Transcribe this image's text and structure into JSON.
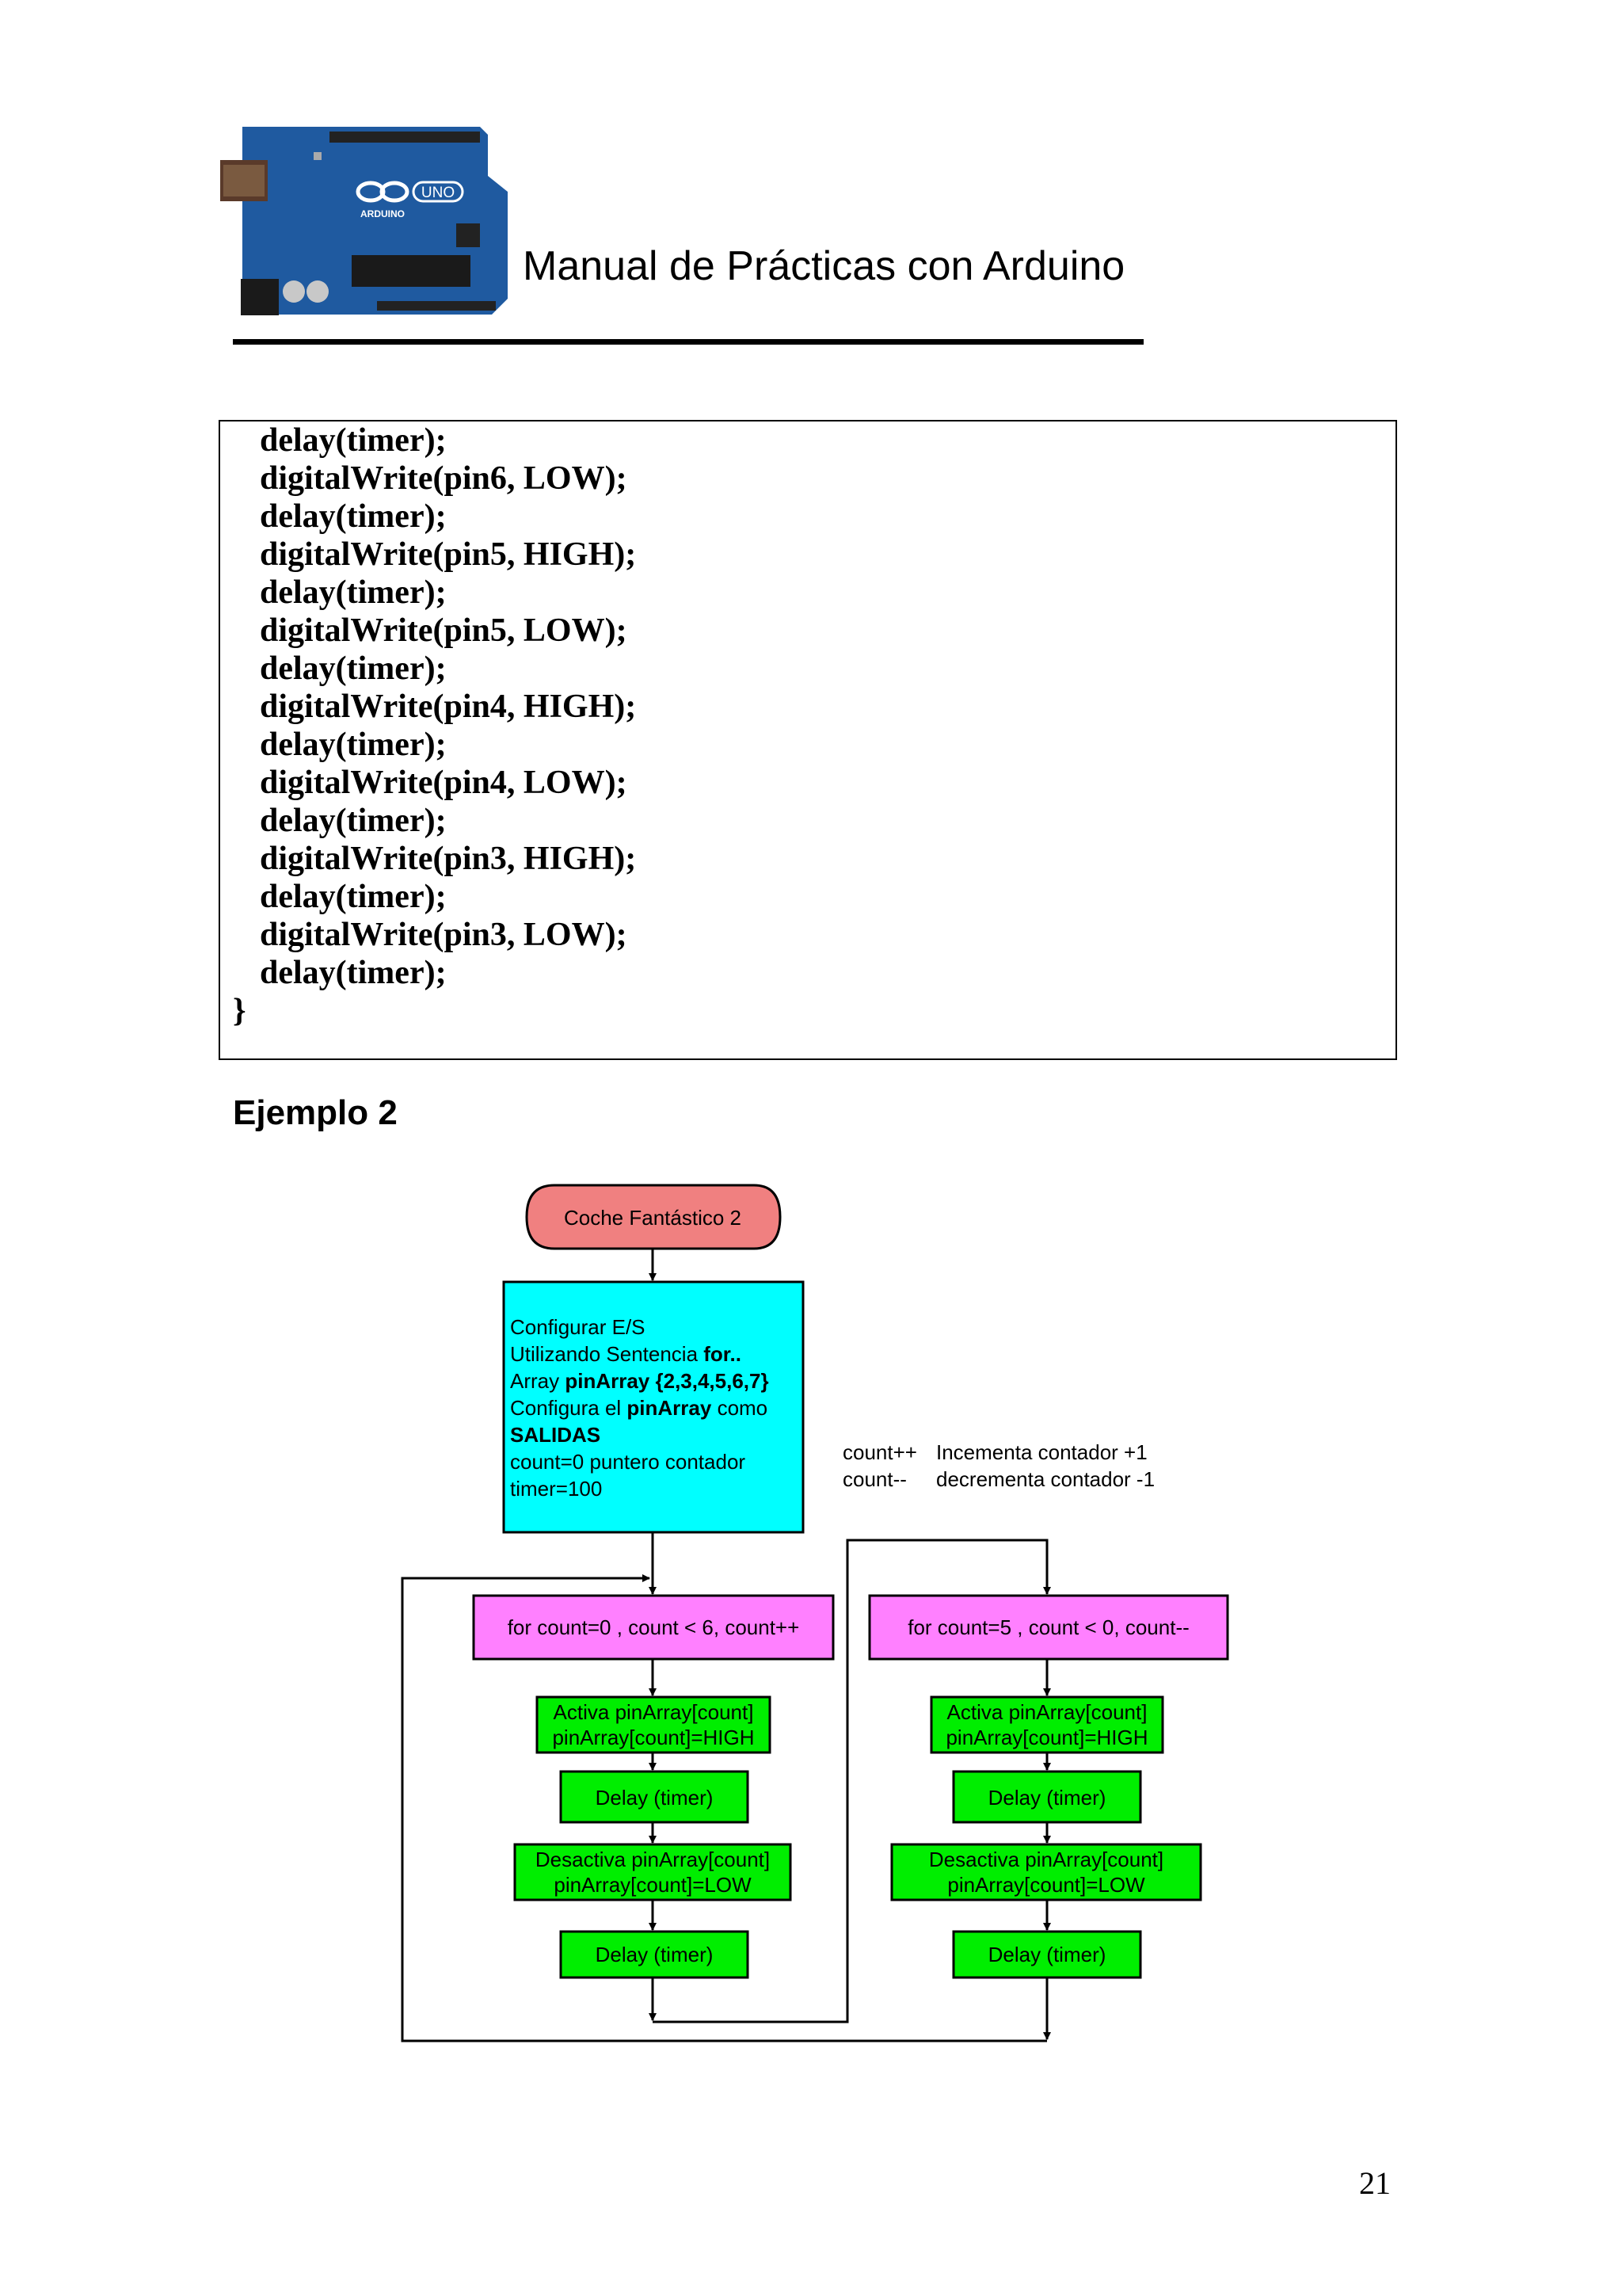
{
  "header": {
    "logo_text": "UNO",
    "logo_brand": "ARDUINO",
    "title": "Manual de Prácticas con Arduino"
  },
  "code": {
    "lines": [
      "delay(timer);",
      "digitalWrite(pin6, LOW);",
      "delay(timer);",
      "digitalWrite(pin5, HIGH);",
      "delay(timer);",
      "digitalWrite(pin5, LOW);",
      "delay(timer);",
      "digitalWrite(pin4, HIGH);",
      "delay(timer);",
      "digitalWrite(pin4, LOW);",
      "delay(timer);",
      "digitalWrite(pin3, HIGH);",
      "delay(timer);",
      "digitalWrite(pin3, LOW);",
      "delay(timer);",
      "}"
    ]
  },
  "section_title": "Ejemplo 2",
  "flowchart": {
    "start": "Coche Fantástico 2",
    "config": {
      "line1": "Configurar E/S",
      "line2_pre": "Utilizando Sentencia ",
      "line2_bold": "for..",
      "line3_pre": "Array  ",
      "line3_bold": "pinArray {2,3,4,5,6,7}",
      "line4_pre": "Configura el ",
      "line4_bold": "pinArray",
      "line4_post": " como",
      "line5_bold": "SALIDAS",
      "line6": "count=0 puntero contador",
      "line7": "timer=100"
    },
    "notes": {
      "inc_op": "count++",
      "inc_desc": "Incementa contador +1",
      "dec_op": "count--",
      "dec_desc": "decrementa contador -1"
    },
    "loop_left": "for count=0 , count < 6,  count++",
    "loop_right": "for count=5 , count < 0,  count--",
    "activate_1": "Activa pinArray[count]",
    "activate_2": "pinArray[count]=HIGH",
    "delay": "Delay (timer)",
    "deactivate_1": "Desactiva pinArray[count]",
    "deactivate_2": "pinArray[count]=LOW",
    "colors": {
      "start_fill": "#f08080",
      "config_fill": "#00ffff",
      "loop_fill": "#ff80ff",
      "step_fill": "#00ee00"
    }
  },
  "page_number": "21"
}
